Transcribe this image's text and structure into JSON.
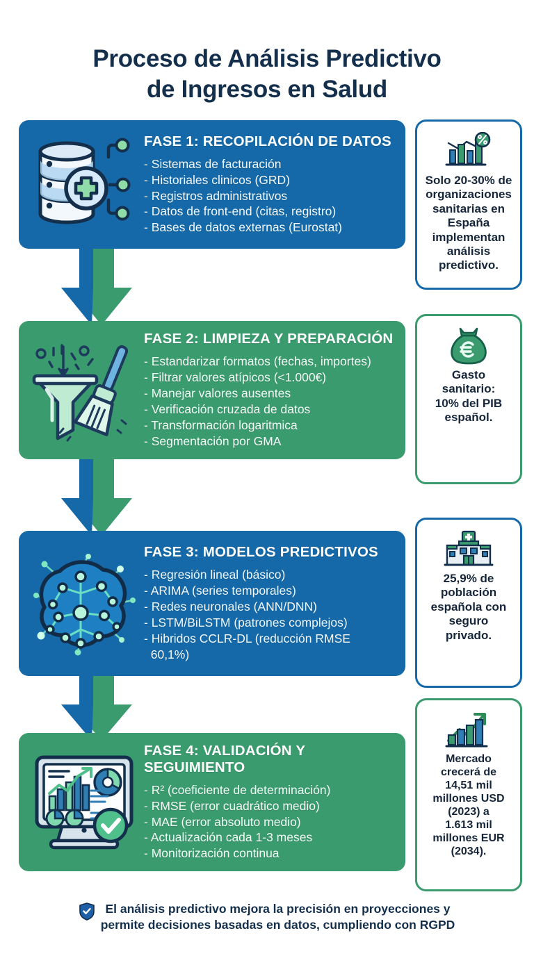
{
  "title": {
    "line1": "Proceso de Análisis Predictivo",
    "line2": "de Ingresos en Salud"
  },
  "colors": {
    "blue": "#1569A8",
    "green": "#3A9B6E",
    "dark_navy": "#132F4C",
    "white": "#FFFFFF",
    "icon_mint": "#8FDCA9"
  },
  "phases": [
    {
      "id": "phase-1",
      "heading": "FASE 1: RECOPILACIÓN DE DATOS",
      "color": "blue",
      "icon": "database-health-icon",
      "items": [
        "- Sistemas de facturación",
        "- Historiales clinicos (GRD)",
        "- Registros administrativos",
        "- Datos de front-end (citas, registro)",
        "- Bases de datos externas (Eurostat)"
      ]
    },
    {
      "id": "phase-2",
      "heading": "FASE 2: LIMPIEZA Y PREPARACIÓN",
      "color": "green",
      "icon": "funnel-broom-icon",
      "items": [
        "- Estandarizar formatos (fechas, importes)",
        "- Filtrar valores atípicos (<1.000€)",
        "- Manejar valores ausentes",
        "- Verificación cruzada de datos",
        "- Transformación logaritmica",
        "- Segmentación por GMA"
      ]
    },
    {
      "id": "phase-3",
      "heading": "FASE 3: MODELOS PREDICTIVOS",
      "color": "blue",
      "icon": "neural-brain-icon",
      "items": [
        "- Regresión lineal (básico)",
        "- ARIMA (series temporales)",
        "- Redes neuronales (ANN/DNN)",
        "- LSTM/BiLSTM (patrones complejos)",
        "- Hibridos CCLR-DL (reducción RMSE\n  60,1%)"
      ]
    },
    {
      "id": "phase-4",
      "heading": "FASE 4: VALIDACIÓN Y SEGUIMIENTO",
      "color": "green",
      "icon": "dashboard-check-icon",
      "items": [
        "- R² (coeficiente de determinación)",
        "- RMSE (error cuadrático medio)",
        "- MAE (error absoluto medio)",
        "- Actualización cada 1-3 meses",
        "- Monitorización continua"
      ]
    }
  ],
  "connectors": [
    {
      "id": "arrow-1",
      "from_color": "blue",
      "to_color": "green"
    },
    {
      "id": "arrow-2",
      "from_color": "green",
      "to_color": "blue"
    },
    {
      "id": "arrow-3",
      "from_color": "blue",
      "to_color": "green"
    }
  ],
  "stats": [
    {
      "id": "stat-1",
      "border": "blue",
      "icon": "bar-chart-percent-icon",
      "text": "Solo 20-30% de\norganizaciones\nsanitarias en\nEspaña\nimplementan\nanálisis\npredictivo."
    },
    {
      "id": "stat-2",
      "border": "green",
      "icon": "money-bag-euro-icon",
      "text": "Gasto\nsanitario:\n10% del PIB\nespañol."
    },
    {
      "id": "stat-3",
      "border": "blue",
      "icon": "hospital-building-icon",
      "text": "25,9% de\npoblación\nespañola con\nseguro\nprivado."
    },
    {
      "id": "stat-4",
      "border": "green",
      "icon": "growth-arrow-chart-icon",
      "text": "Mercado\ncrecerá de\n14,51 mil\nmillones USD\n(2023) a\n1.613 mil\nmillones EUR\n(2034)."
    }
  ],
  "footer": {
    "icon": "shield-check-icon",
    "text": "El análisis predictivo mejora la precisión en proyecciones y\npermite decisiones basadas en datos, cumpliendo con RGPD"
  }
}
